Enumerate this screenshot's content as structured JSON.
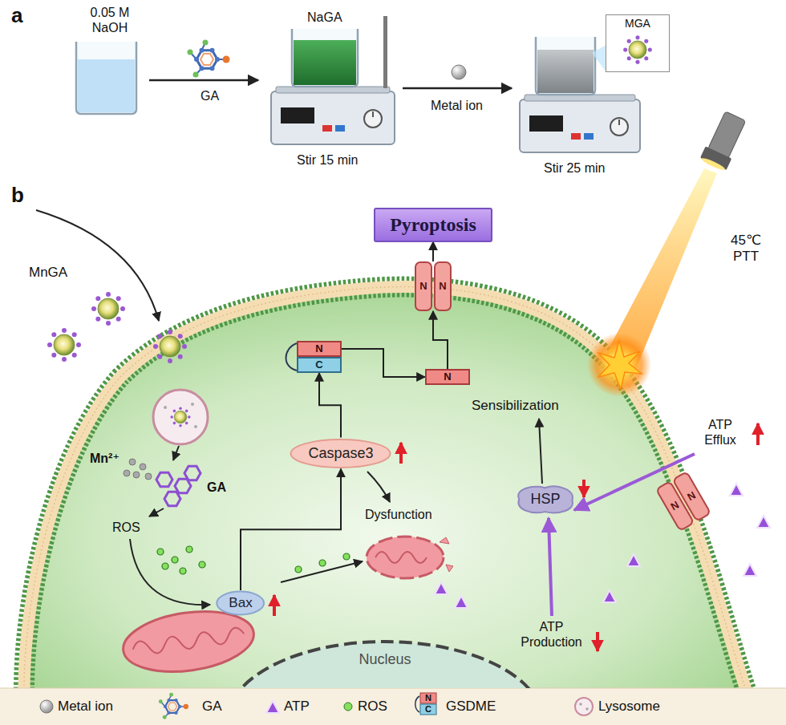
{
  "diagram": {
    "nodes": [
      {
        "text": [
          "MGA"
        ]
      },
      {
        "text": [
          "Pyroptosis"
        ]
      },
      {
        "text": [
          "N",
          "N"
        ]
      },
      {
        "text": [
          "N"
        ]
      },
      {
        "text": [
          "C"
        ]
      },
      {
        "text": [
          "N"
        ]
      },
      {
        "text": [
          "Caspase3"
        ]
      },
      {
        "text": [
          "Bax"
        ]
      },
      {
        "text": [
          "HSP"
        ]
      },
      {
        "text": [
          "N",
          "N"
        ]
      },
      {
        "text": [
          "Nucleus"
        ]
      }
    ],
    "edges": [
      {
        "from": 7,
        "to": 6,
        "arrow": "to"
      },
      {
        "from": 6,
        "to": 4,
        "arrow": "to"
      },
      {
        "from": 3,
        "to": 5,
        "arrow": "to"
      },
      {
        "from": 5,
        "to": 2,
        "arrow": "to"
      },
      {
        "from": 2,
        "to": 1,
        "arrow": "to"
      }
    ],
    "labels": [
      "a",
      "0.05 M NaOH",
      "GA",
      "NaGA",
      "Stir 15 min",
      "Metal ion",
      "Stir 25 min",
      "b",
      "MnGA",
      "Mn²⁺",
      "GA",
      "ROS",
      "Dysfunction",
      "Sensibilization",
      "ATP Efflux",
      "45℃ PTT",
      "ATP Production",
      "N",
      "C"
    ],
    "legend": [
      {
        "text": "Metal ion"
      },
      {
        "text": "GA"
      },
      {
        "text": "ATP"
      },
      {
        "text": "ROS"
      },
      {
        "text": "GSDME"
      },
      {
        "text": "Lysosome"
      }
    ]
  }
}
